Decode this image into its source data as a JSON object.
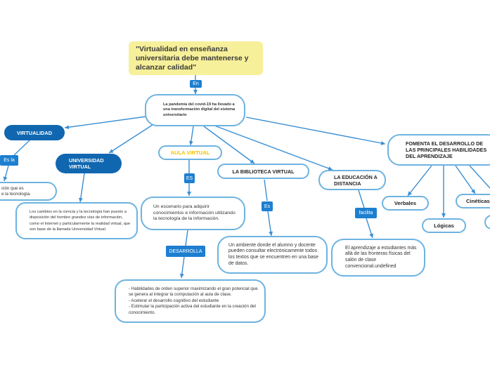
{
  "title": "\"Virtualidad en enseñanza universitaria debe mantenerse y alcanzar calidad\"",
  "root_connector": "En",
  "central_node": "La pandemia del covid-19 ha llevado a una transformación digital del sistema universitario",
  "branches": {
    "virtualidad": {
      "label": "VIRTUALIDAD",
      "connector": "Es la",
      "desc": "ción que es\ne la tecnología."
    },
    "universidad_virtual": {
      "label": "UNIVERSIDAD VIRTUAL",
      "desc": "Los cambios en la ciencia y la tecnología han puesto a disposición del hombre grandes vías de información, como el Internet y particularmente la realidad virtual, que son base de la llamada Universidad Virtual."
    },
    "aula_virtual": {
      "label": "AULA VIRTUAL",
      "connector": "ES",
      "desc": "Un escenario para adquirir conocimientos e información utilizando la tecnología de la información.",
      "connector2": "DESARROLLA",
      "desc2": "- Habilidades de orden superior maximizando el gran potencial que se genera al integrar la computación al aula de clase.\n-    Acelerar el desarrollo cognitivo del estudiante\n-    Estimular la participación activa del estudiante en la creación del conocimiento."
    },
    "biblioteca": {
      "label": "LA BIBLIOTECA VIRTUAL",
      "connector": "Es",
      "desc": "Un ambiente donde el alumno y docente pueden consultar electrónicamente todos los textos que se encuentren en una base de datos."
    },
    "distancia": {
      "label": "LA EDUCACIÓN A DISTANCIA",
      "connector": "facilita",
      "desc": "El aprendizaje a estudiantes más allá de las fronteras físicas del salón de clase convencional.undefined"
    },
    "habilidades": {
      "label": "FOMENTA EL DESARROLLO DE LAS PRINCIPALES HABILIDADES DEL APRENDIZAJE",
      "children": [
        "Verbales",
        "Lógicas",
        "Cinéticas"
      ]
    }
  },
  "colors": {
    "line": "#3a8fd4",
    "node_border": "#6db3e0",
    "dark_node": "#1067b0",
    "tag": "#1d7fd0",
    "title_bg": "#f7f09a",
    "aula_text": "#f3c400"
  }
}
